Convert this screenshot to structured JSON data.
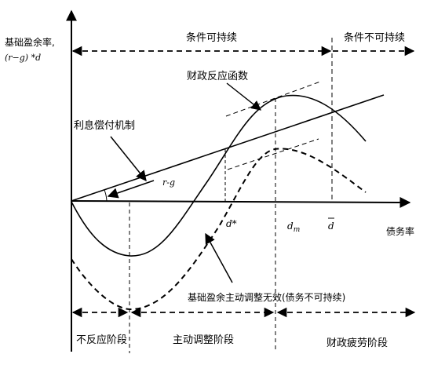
{
  "y_axis": {
    "line1": "基础盈余率,",
    "line2": "(r−g) *d"
  },
  "x_axis": {
    "label": "债务率"
  },
  "regions": {
    "sustainable": "条件可持续",
    "unsustainable": "条件不可持续"
  },
  "curve_labels": {
    "fiscal_reaction": "财政反应函数",
    "interest_mechanism": "利息偿付机制",
    "r_minus_g": "r-g",
    "adjustment_ineffective": "基础盈余主动调整无效(债务不可持续)"
  },
  "ticks": {
    "d_star": "d*",
    "d_m": "dm",
    "d_bar": "d"
  },
  "phases": {
    "no_response": "不反应阶段",
    "active_adjustment": "主动调整阶段",
    "fiscal_fatigue": "财政疲劳阶段"
  }
}
